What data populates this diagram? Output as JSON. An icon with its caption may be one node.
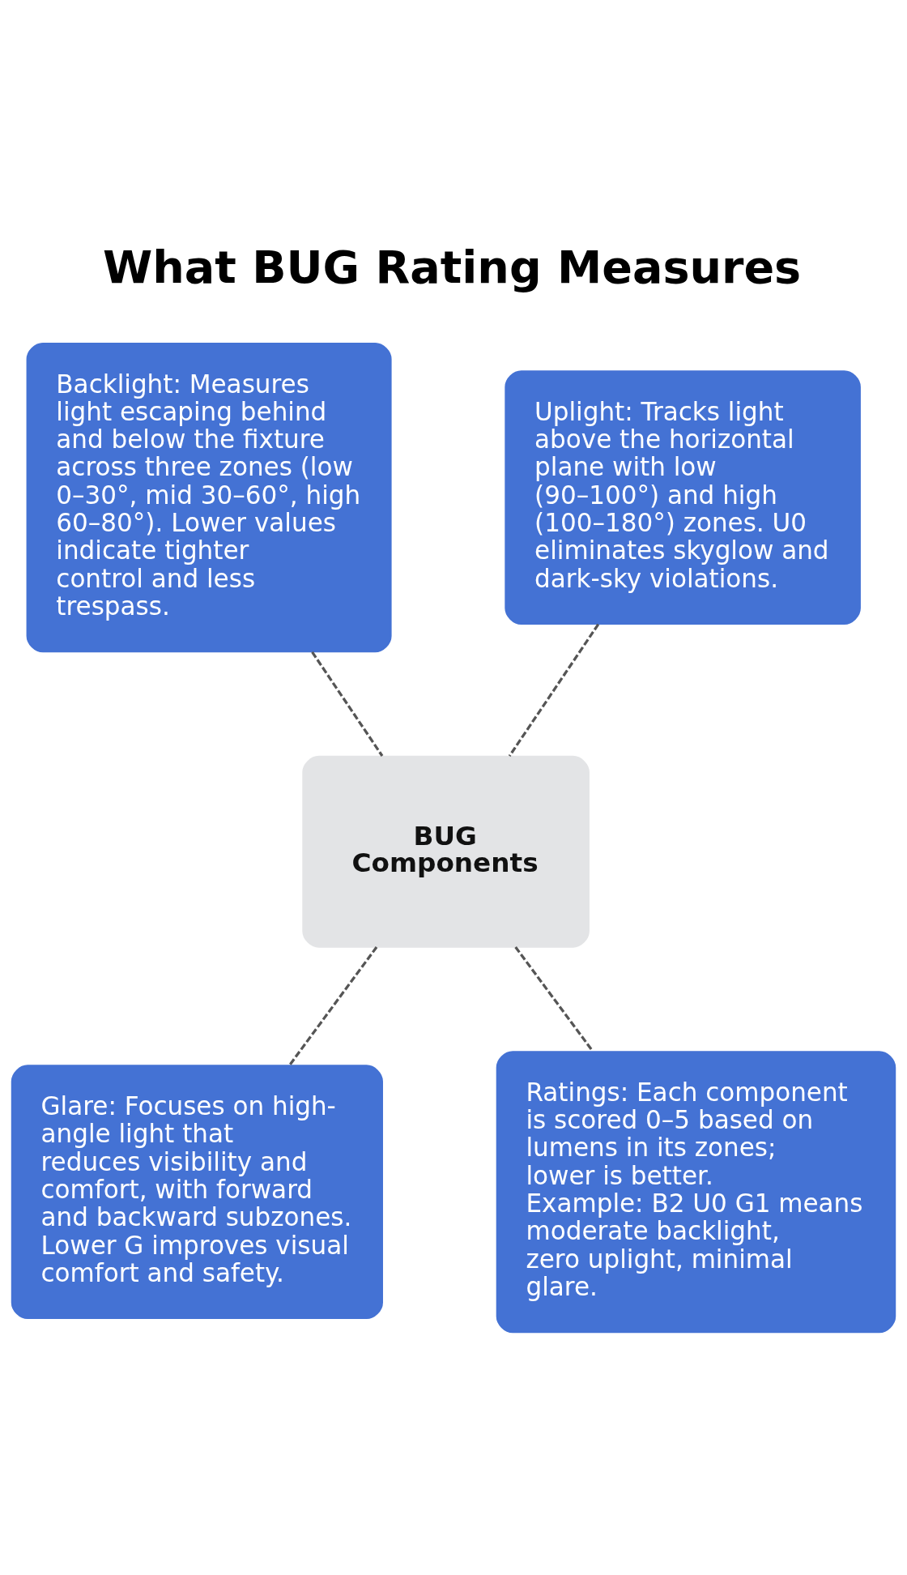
{
  "diagram": {
    "title": "What BUG Rating Measures",
    "nodes": [
      {
        "text": [
          "Backlight: Measures light escaping behind and below the fixture across three zones (low 0–30°, mid 30–60°, high 60–80°). Lower values indicate tighter control and less trespass."
        ]
      },
      {
        "text": [
          "Uplight: Tracks light above the horizontal plane with low (90–100°) and high (100–180°) zones. U0 eliminates skyglow and dark-sky violations."
        ]
      },
      {
        "text": [
          "BUG Components"
        ]
      },
      {
        "text": [
          "Glare: Focuses on high-angle light that reduces visibility and comfort, with forward and backward subzones. Lower G improves visual comfort and safety."
        ]
      },
      {
        "text": [
          "Ratings: Each component is scored 0–5 based on lumens in its zones; lower is better. Example: B2 U0 G1 means moderate backlight, zero uplight, minimal glare."
        ]
      }
    ],
    "edges": [
      {
        "from": 0,
        "to": 2,
        "arrow": "none",
        "style": "dashed"
      },
      {
        "from": 1,
        "to": 2,
        "arrow": "none",
        "style": "dashed"
      },
      {
        "from": 2,
        "to": 3,
        "arrow": "none",
        "style": "dashed"
      },
      {
        "from": 2,
        "to": 4,
        "arrow": "none",
        "style": "dashed"
      }
    ]
  }
}
